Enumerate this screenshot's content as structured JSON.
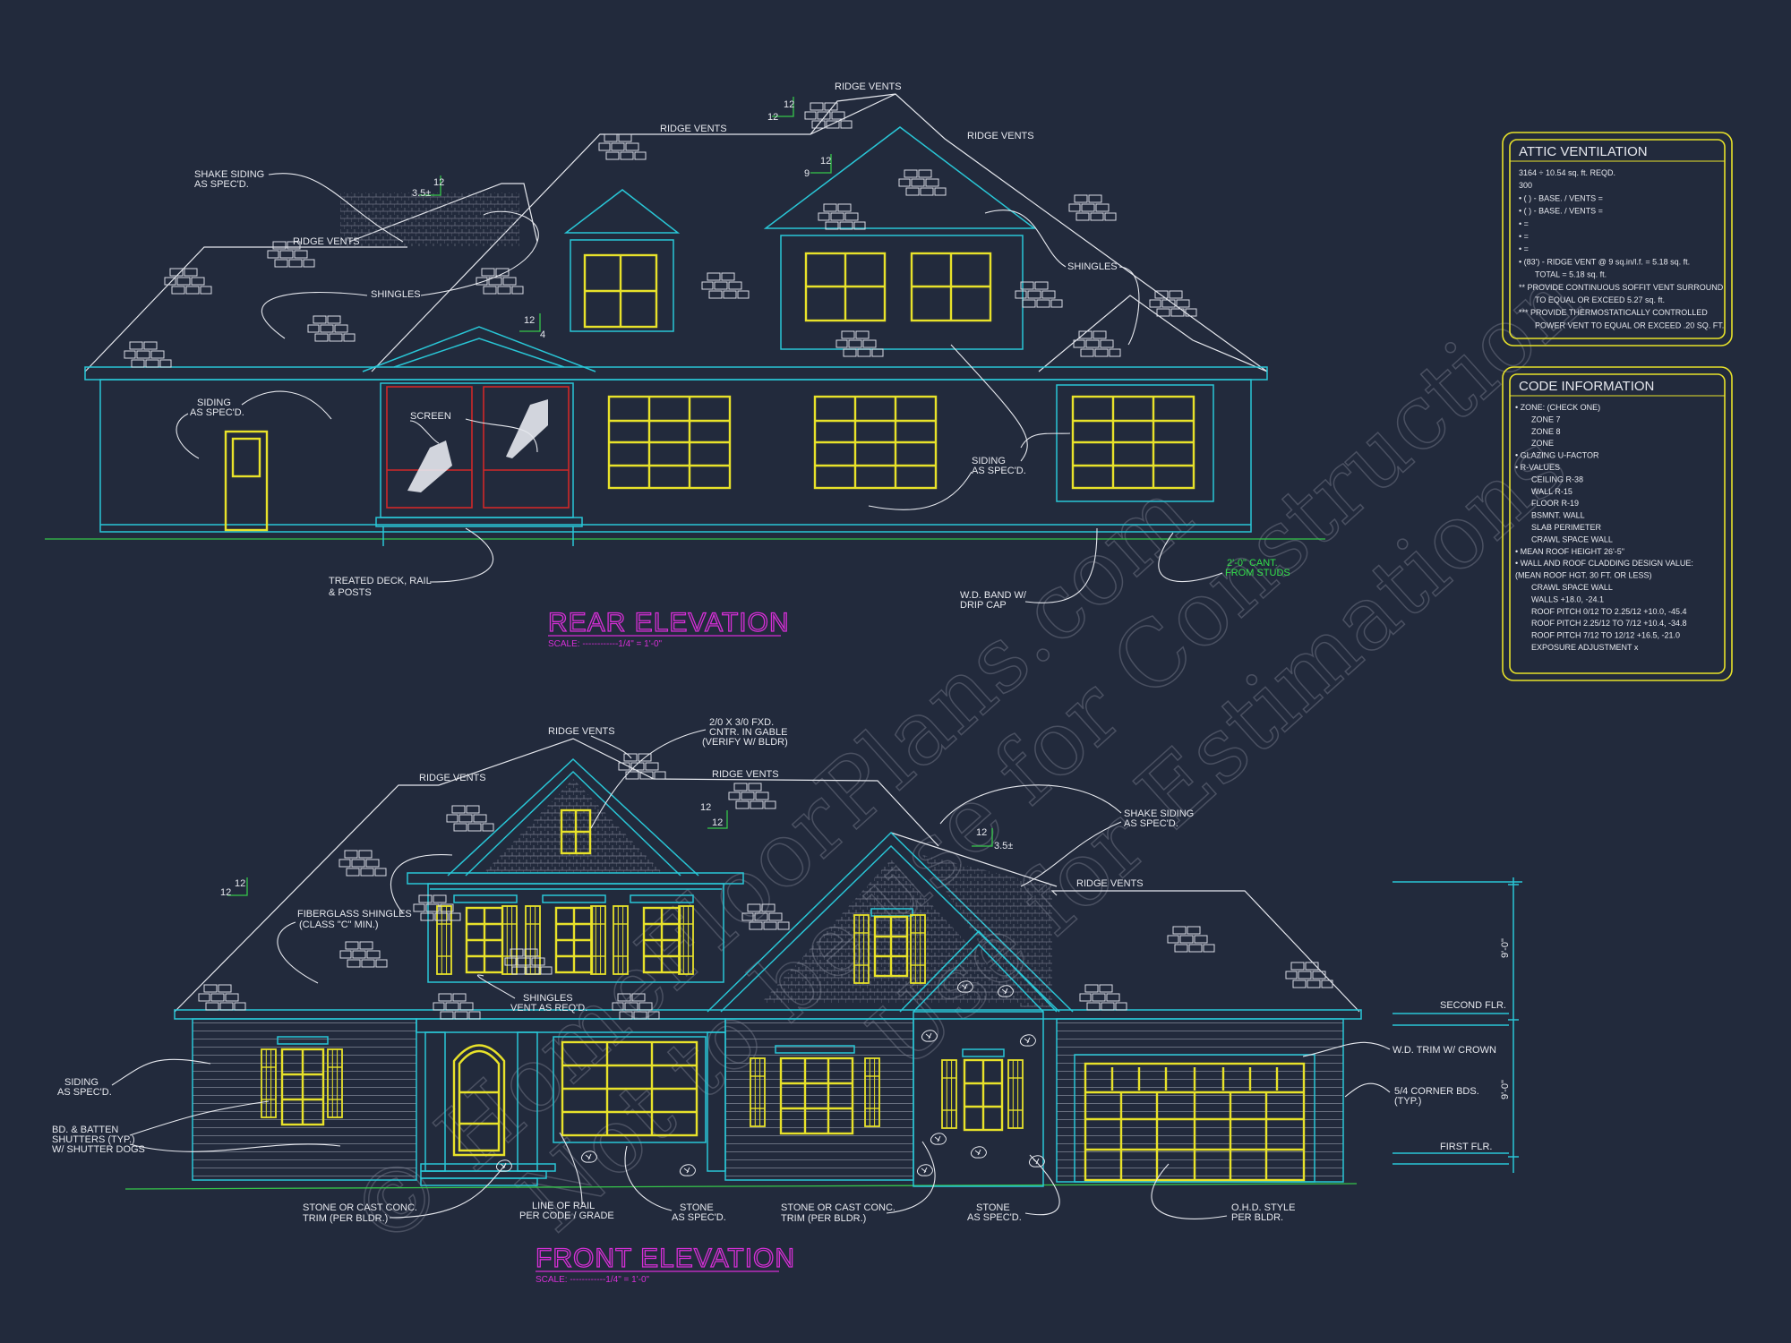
{
  "watermark": {
    "line1": "© HomeFloorPlans.com",
    "line2": "Not to be use for Construction",
    "line3": "Use for Estimations"
  },
  "rear_elevation": {
    "title": "REAR ELEVATION",
    "scale": "SCALE: ------------1/4\" = 1'-0\"",
    "labels": {
      "ridge_vents_top": "RIDGE VENTS",
      "ridge_vents_left": "RIDGE VENTS",
      "ridge_vents_right": "RIDGE VENTS",
      "ridge_vents_lowleft": "RIDGE VENTS",
      "shake_siding_1": "SHAKE SIDING",
      "shake_siding_2": "AS SPEC'D.",
      "shingles_left": "SHINGLES",
      "shingles_right": "SHINGLES",
      "siding_1": "SIDING",
      "siding_2": "AS SPEC'D.",
      "screen": "SCREEN",
      "siding_right_1": "SIDING",
      "siding_right_2": "AS SPEC'D.",
      "deck_1": "TREATED DECK, RAIL",
      "deck_2": "& POSTS",
      "band_1": "W.D. BAND W/",
      "band_2": "DRIP CAP",
      "cant_1": "2'-0\" CANT.",
      "cant_2": "FROM STUDS",
      "pitch_a_run": "12",
      "pitch_a_rise": "3.5±",
      "pitch_b_run": "12",
      "pitch_b_rise": "12",
      "pitch_c_run": "12",
      "pitch_c_rise": "9",
      "pitch_d_run": "12",
      "pitch_d_rise": "4"
    }
  },
  "front_elevation": {
    "title": "FRONT ELEVATION",
    "scale": "SCALE: ------------1/4\" = 1'-0\"",
    "labels": {
      "ridge_vents_top": "RIDGE VENTS",
      "ridge_vents_left": "RIDGE VENTS",
      "ridge_vents_mid": "RIDGE VENTS",
      "ridge_vents_right": "RIDGE VENTS",
      "fxd_1": "2/0 x 3/0 FXD.",
      "fxd_2": "CNTR. IN GABLE",
      "fxd_3": "(VERIFY W/ BLDR)",
      "shake_1": "SHAKE SIDING",
      "shake_2": "AS SPEC'D.",
      "fiber_1": "FIBERGLASS SHINGLES",
      "fiber_2": "(CLASS \"C\" MIN.)",
      "shingles_1": "SHINGLES",
      "shingles_2": "VENT AS REQ'D.",
      "siding_1": "SIDING",
      "siding_2": "AS SPEC'D.",
      "shutters_1": "BD. & BATTEN",
      "shutters_2": "SHUTTERS (TYP.)",
      "shutters_3": "W/ SHUTTER DOGS",
      "stone_trim_l1": "STONE OR CAST CONC.",
      "stone_trim_l2": "TRIM (PER BLDR.)",
      "rail_1": "LINE OF RAIL",
      "rail_2": "PER CODE / GRADE",
      "stone_1": "STONE",
      "stone_2": "AS SPEC'D.",
      "stone_trim_r1": "STONE OR CAST CONC.",
      "stone_trim_r2": "TRIM (PER BLDR.)",
      "stone_b1": "STONE",
      "stone_b2": "AS SPEC'D.",
      "ohd_1": "O.H.D. STYLE",
      "ohd_2": "PER BLDR.",
      "wd_trim": "W.D. TRIM W/ CROWN",
      "corner_1": "5/4 CORNER BDS.",
      "corner_2": "(TYP.)",
      "second_flr": "SECOND FLR.",
      "first_flr": "FIRST FLR.",
      "dim_upper": "9'-0\"",
      "dim_lower": "9'-0\"",
      "pitch_a_run": "12",
      "pitch_a_rise": "12",
      "pitch_b_run": "12",
      "pitch_b_rise": "12",
      "pitch_c_run": "12",
      "pitch_c_rise": "3.5±"
    }
  },
  "attic_ventilation": {
    "title": "ATTIC VENTILATION",
    "lines": [
      "3164 ÷ 10.54 sq. ft. REQD.",
      "300",
      "• ( ) -          BASE.   /   VENTS  =",
      "• ( ) -          BASE.   /   VENTS  =",
      "•                                   =",
      "•                                   =",
      "•                                   =",
      "• (83') - RIDGE VENT @ 9 sq.in/l.f. = 5.18 sq. ft.",
      "TOTAL    = 5.18 sq. ft.",
      "** PROVIDE CONTINUOUS SOFFIT VENT SURROUND",
      "TO EQUAL OR EXCEED 5.27 sq. ft.",
      "*** PROVIDE THERMOSTATICALLY CONTROLLED",
      "POWER VENT TO EQUAL OR EXCEED .20 SQ. FT."
    ]
  },
  "code_information": {
    "title": "CODE INFORMATION",
    "lines": [
      "• ZONE: (CHECK ONE)",
      "ZONE 7",
      "ZONE 8",
      "ZONE",
      "• GLAZING U-FACTOR",
      "• R-VALUES",
      "CEILING        R-38",
      "WALL           R-15",
      "FLOOR          R-19",
      "BSMNT. WALL",
      "SLAB PERIMETER",
      "CRAWL SPACE WALL",
      "• MEAN ROOF HEIGHT  26'-5\"",
      "• WALL AND ROOF CLADDING DESIGN VALUE:",
      "(MEAN ROOF HGT. 30 FT. OR LESS)",
      "CRAWL SPACE WALL",
      "WALLS                        +18.0, -24.1",
      "ROOF PITCH 0/12 TO 2.25/12   +10.0, -45.4",
      "ROOF PITCH 2.25/12 TO 7/12   +10.4, -34.8",
      "ROOF PITCH 7/12 TO 12/12     +16.5, -21.0",
      "EXPOSURE ADJUSTMENT          x"
    ]
  },
  "colors": {
    "background": "#222a3c",
    "linework": "#e6e8ee",
    "trim": "#29c6d6",
    "windows": "#e8e22a",
    "titles": "#d62fd6",
    "grade": "#36c64a",
    "screen": "#d02828"
  }
}
